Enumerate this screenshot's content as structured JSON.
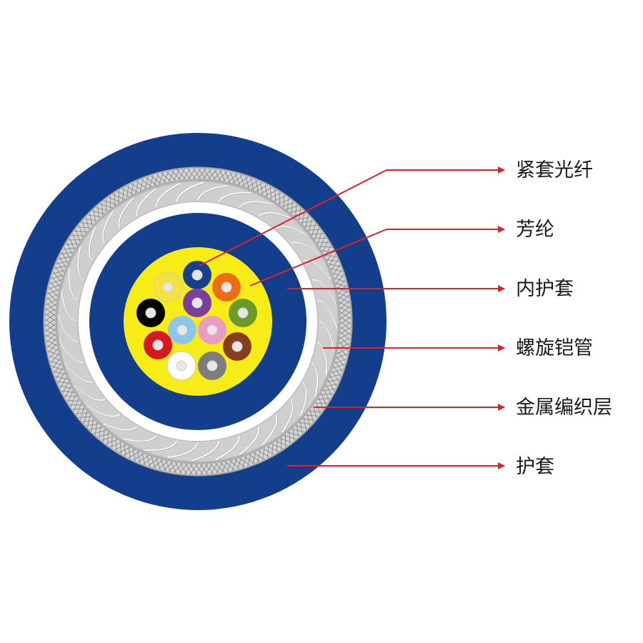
{
  "diagram": {
    "labels": [
      "紧套光纤",
      "芳纶",
      "内护套",
      "螺旋铠管",
      "金属编织层",
      "护套"
    ]
  },
  "colors": {
    "outer_jacket": "#123e8c",
    "inner_jacket": "#123e8c",
    "braid_band": "#a9a9a9",
    "braid_core": "#d4d4d4",
    "armor_band": "#cfcfcf",
    "armor_gap": "#ffffff",
    "aramid_yarn": "#f7ec17",
    "leader_line": "#e0202a"
  },
  "fibers": [
    {
      "color": "#f6e23a"
    },
    {
      "color": "#17408f"
    },
    {
      "color": "#ee6d12"
    },
    {
      "color": "#000000"
    },
    {
      "color": "#7a3f9e"
    },
    {
      "color": "#6a9a2c"
    },
    {
      "color": "#d7191f"
    },
    {
      "color": "#8ec6ea"
    },
    {
      "color": "#eb9cc4"
    },
    {
      "color": "#8a3c1f"
    },
    {
      "color": "#ffffff"
    },
    {
      "color": "#7d7d7d"
    }
  ]
}
